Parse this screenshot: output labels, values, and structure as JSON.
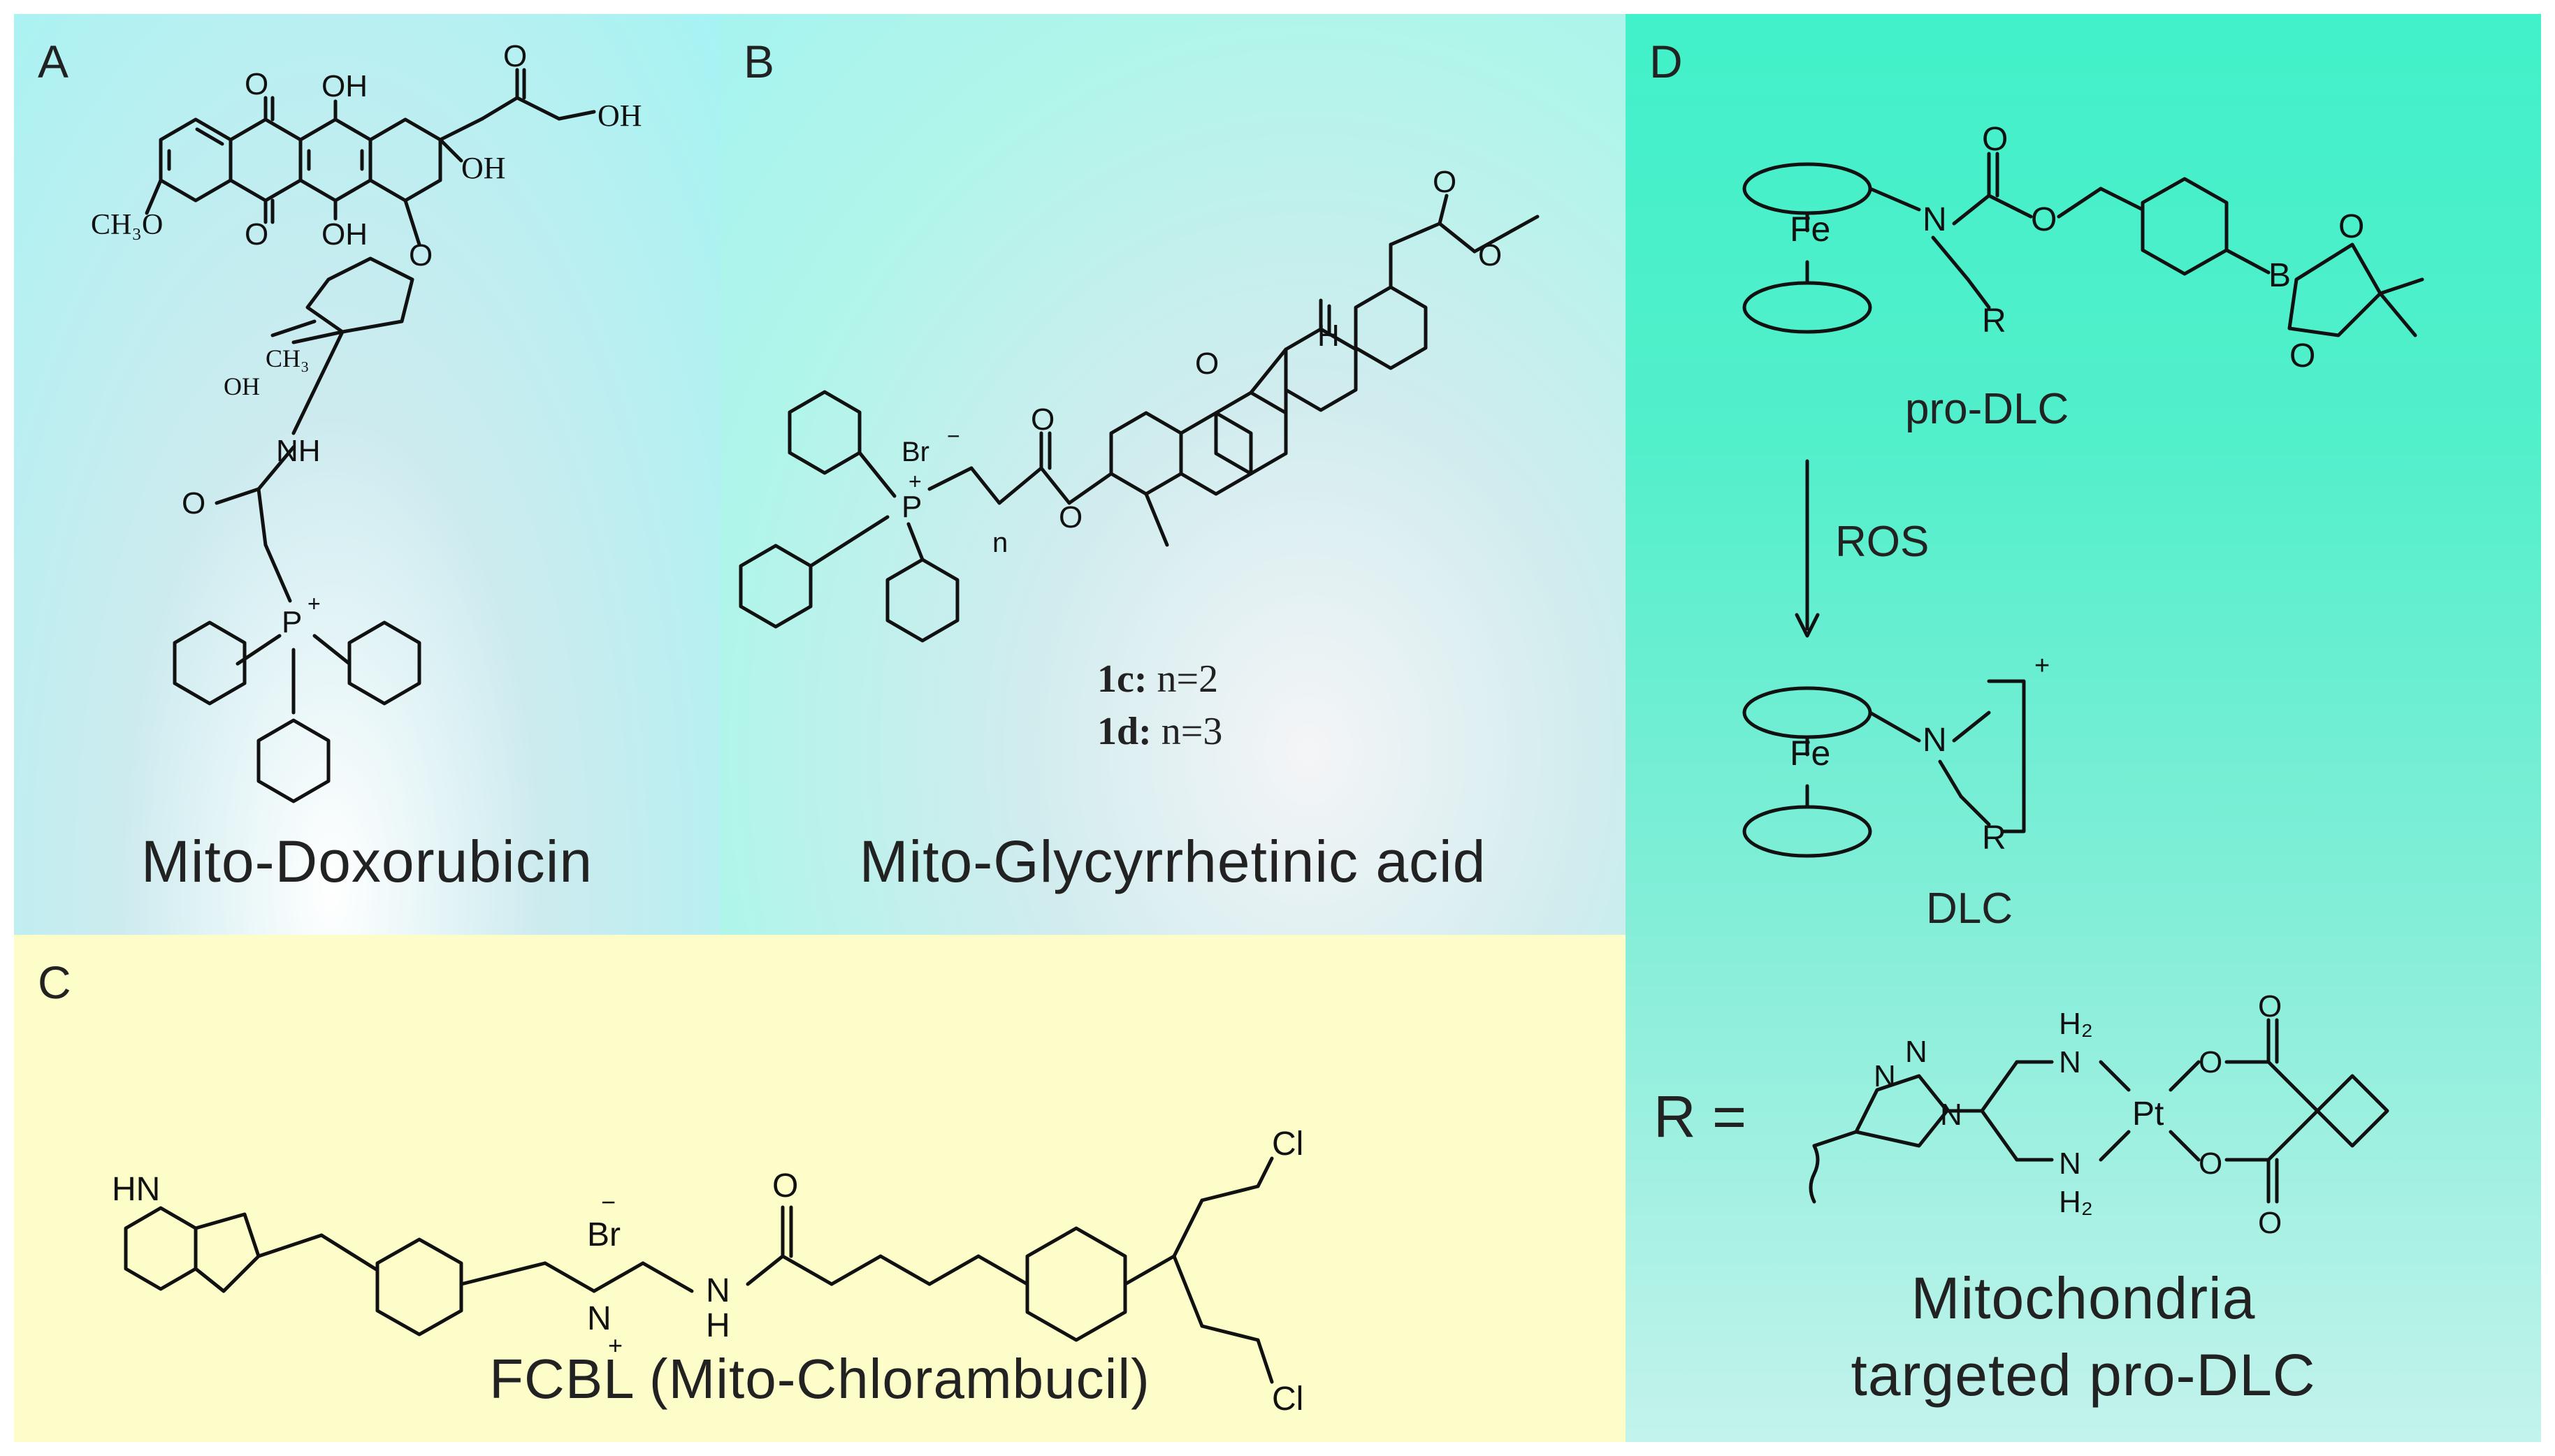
{
  "panels": {
    "a": {
      "letter": "A",
      "caption": "Mito-Doxorubicin"
    },
    "b": {
      "letter": "B",
      "caption": "Mito-Glycyrrhetinic acid",
      "variant_1c": "1c:",
      "variant_1c_val": "n=2",
      "variant_1d": "1d:",
      "variant_1d_val": "n=3"
    },
    "c": {
      "letter": "C",
      "caption": "FCBL (Mito-Chlorambucil)"
    },
    "d": {
      "letter": "D",
      "prodrug_label": "pro-DLC",
      "arrow_label": "ROS",
      "product_label": "DLC",
      "r_label": "R =",
      "caption_line1": "Mitochondria",
      "caption_line2": "targeted pro-DLC"
    }
  },
  "atoms": {
    "O": "O",
    "OH": "OH",
    "OCH3": "CH₃O",
    "CH3": "CH₃",
    "NH": "NH",
    "HN": "HN",
    "H": "H",
    "P": "P",
    "plus": "+",
    "minus": "−",
    "Br": "Br",
    "n": "n",
    "N": "N",
    "Cl": "Cl",
    "Fe": "Fe",
    "R": "R",
    "B": "B",
    "Pt": "Pt",
    "H2": "H₂"
  },
  "colors": {
    "panel_a": "#a6f3f3",
    "panel_b": "#b1f5ea",
    "panel_c": "#fdfdc9",
    "panel_d": "#41f1c9"
  }
}
